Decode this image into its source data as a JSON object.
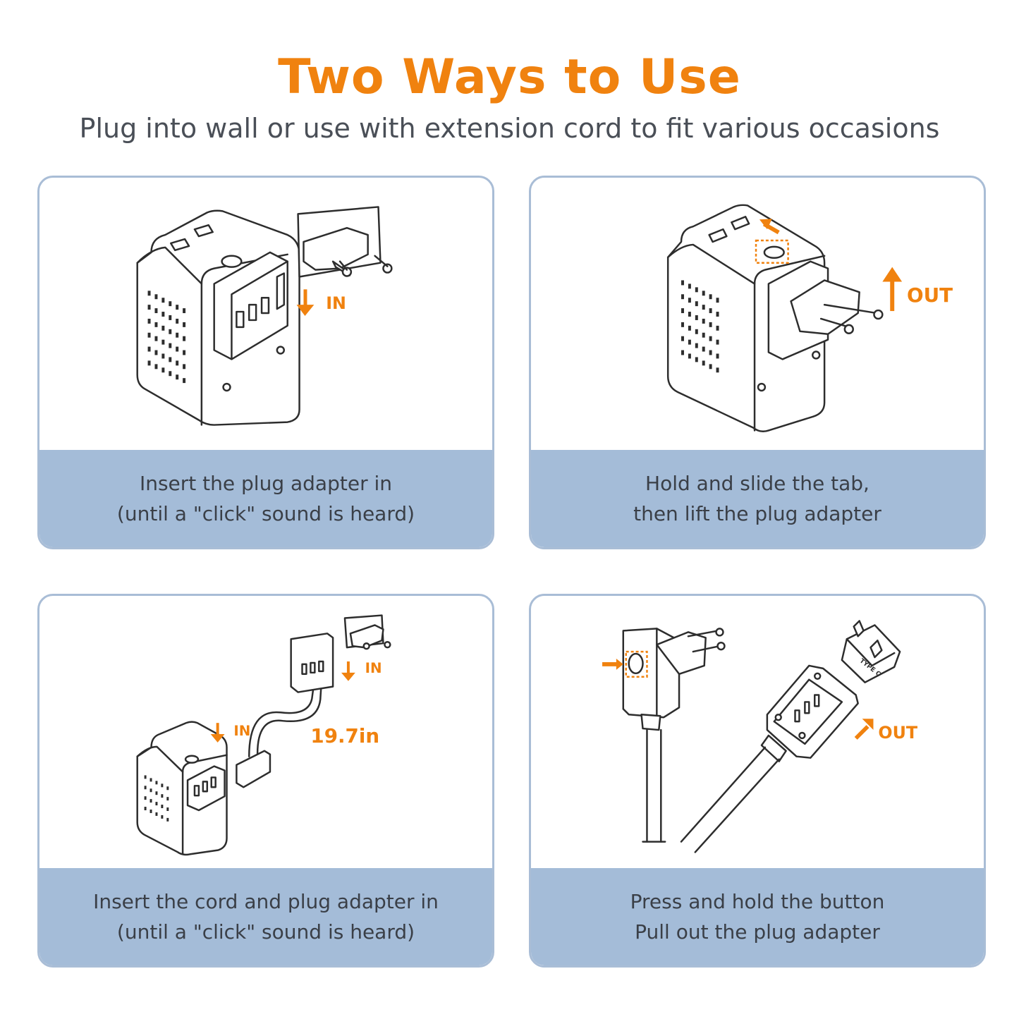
{
  "header": {
    "title": "Two Ways to Use",
    "subtitle": "Plug into wall or use with extension cord to fit various occasions"
  },
  "colors": {
    "accent": "#f0820f",
    "caption_background": "#a4bcd8",
    "card_border": "#a9bdd6",
    "text": "#3a3f47"
  },
  "cards": [
    {
      "illustration": "converter-with-plug-adapter-insert",
      "arrow_label": "IN",
      "caption_line1": "Insert the plug adapter in",
      "caption_line2": "(until a \"click\" sound is heard)"
    },
    {
      "illustration": "converter-slide-tab-lift-adapter",
      "arrow_label": "OUT",
      "caption_line1": "Hold and slide the tab,",
      "caption_line2": "then lift the plug adapter"
    },
    {
      "illustration": "converter-with-extension-cord",
      "arrow_label_top": "IN",
      "arrow_label_bottom": "IN",
      "cord_length": "19.7in",
      "caption_line1": "Insert the cord and plug adapter in",
      "caption_line2": "(until a \"click\" sound is heard)"
    },
    {
      "illustration": "press-button-pull-adapter",
      "arrow_label": "OUT",
      "adapter_marking": "TYPE C",
      "caption_line1": "Press and hold the button",
      "caption_line2": "Pull out the plug adapter"
    }
  ]
}
